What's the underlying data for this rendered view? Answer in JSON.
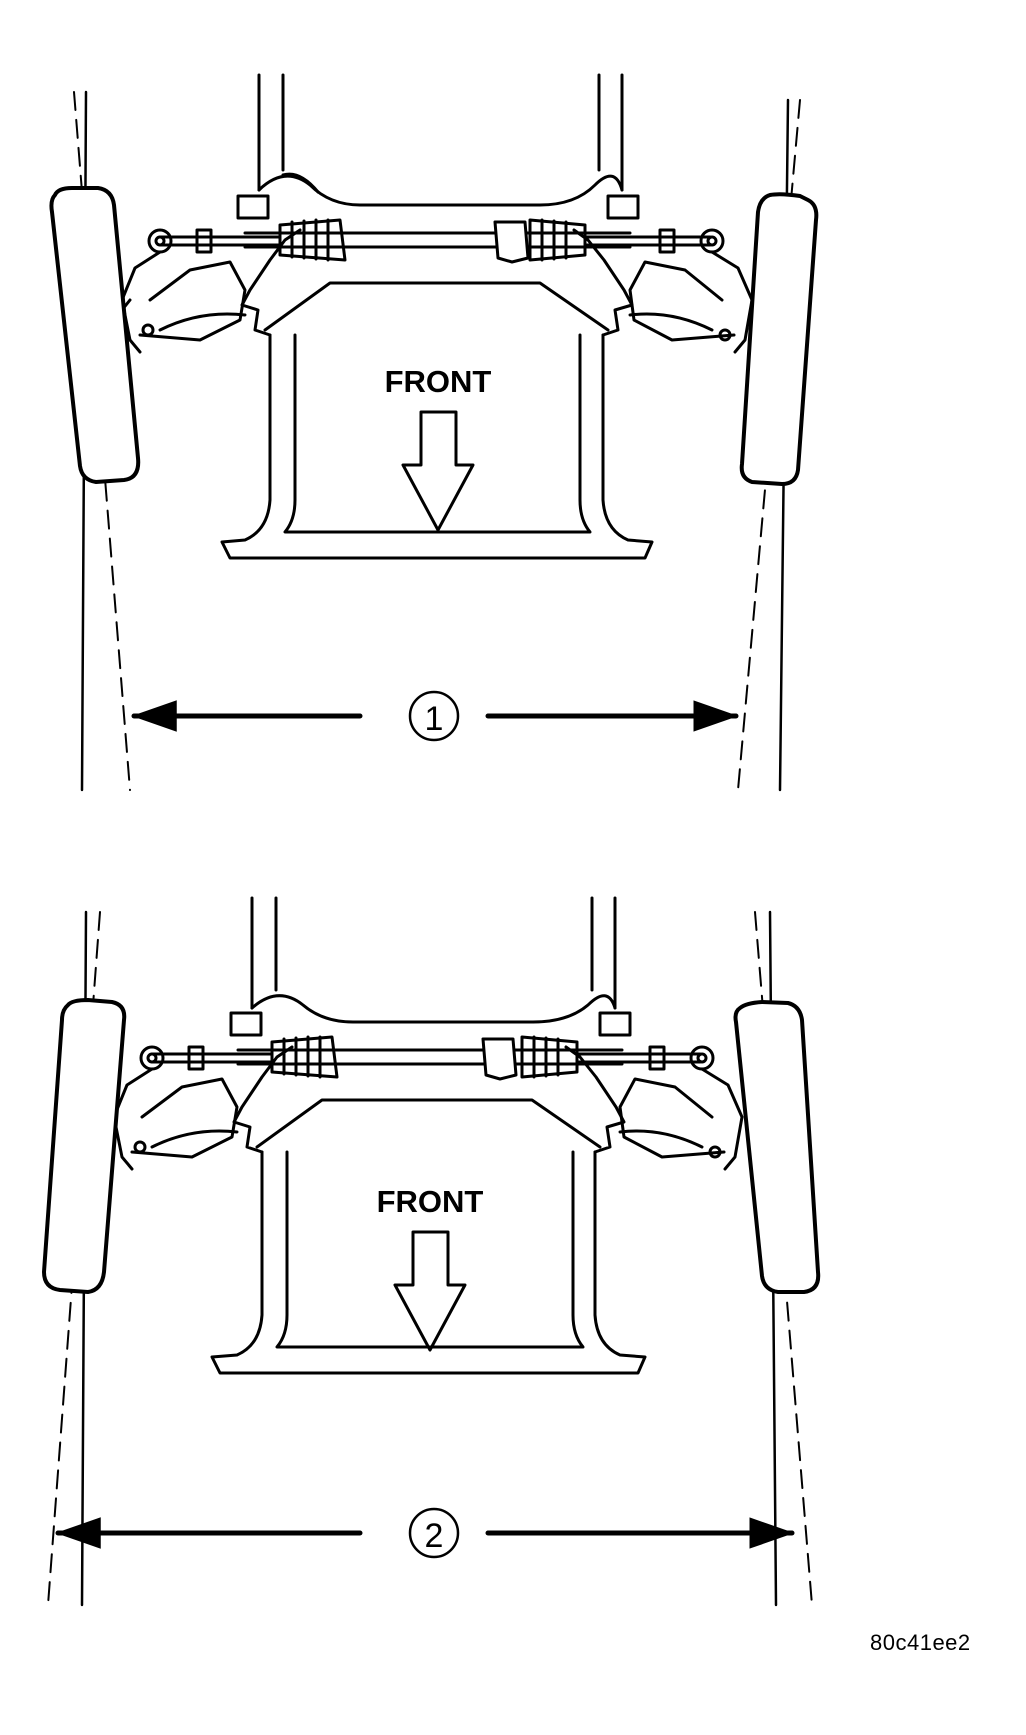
{
  "figure_id": "80c41ee2",
  "colors": {
    "ink": "#000000",
    "paper": "#ffffff"
  },
  "panels": [
    {
      "label": "FRONT",
      "callout": "1"
    },
    {
      "label": "FRONT",
      "callout": "2"
    }
  ]
}
